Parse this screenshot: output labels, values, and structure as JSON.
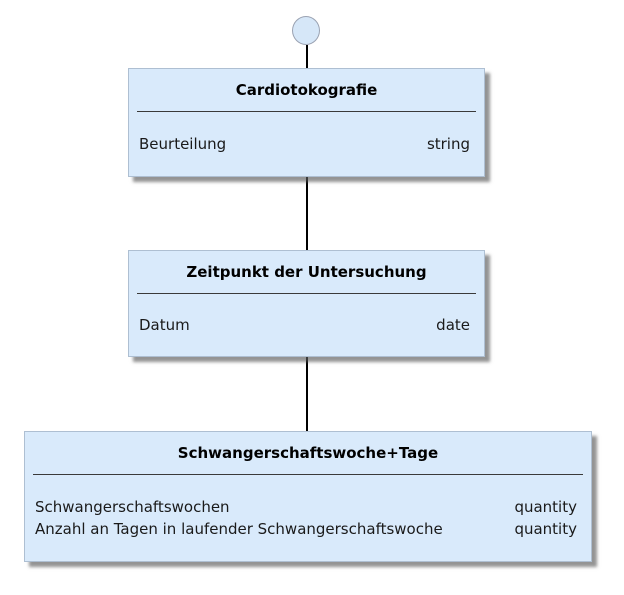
{
  "diagram": {
    "colors": {
      "background": "#ffffff",
      "node_fill": "#d9eafb",
      "node_border": "#aebfd2",
      "divider": "#3a3a3a",
      "connector": "#000000",
      "circle_fill": "#d6e7f8",
      "circle_border": "#9aa2b2",
      "shadow": "#5a5a5a",
      "title_text": "#000000",
      "attribute_text": "#1a1a1a"
    },
    "root_symbol": "circle",
    "nodes": [
      {
        "title": "Cardiotokografie",
        "attributes": [
          {
            "name": "Beurteilung",
            "type": "string"
          }
        ]
      },
      {
        "title": "Zeitpunkt der Untersuchung",
        "attributes": [
          {
            "name": "Datum",
            "type": "date"
          }
        ]
      },
      {
        "title": "Schwangerschaftswoche+Tage",
        "attributes": [
          {
            "name": "Schwangerschaftswochen",
            "type": "quantity"
          },
          {
            "name": "Anzahl an Tagen in laufender Schwangerschaftswoche",
            "type": "quantity"
          }
        ]
      }
    ]
  }
}
